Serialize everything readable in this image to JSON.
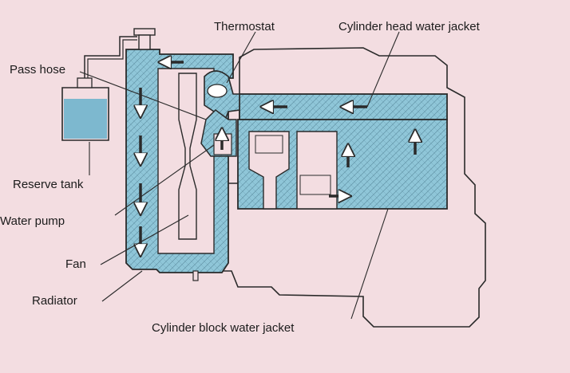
{
  "labels": {
    "thermostat": "Thermostat",
    "cylinder_head_water_jacket": "Cylinder head water jacket",
    "pass_hose": "Pass hose",
    "reserve_tank": "Reserve tank",
    "water_pump": "Water pump",
    "fan": "Fan",
    "radiator": "Radiator",
    "cylinder_block_water_jacket": "Cylinder block water jacket"
  },
  "colors": {
    "background": "#f3dde1",
    "coolant": "#8fc6d8",
    "line": "#2a2a2a"
  }
}
